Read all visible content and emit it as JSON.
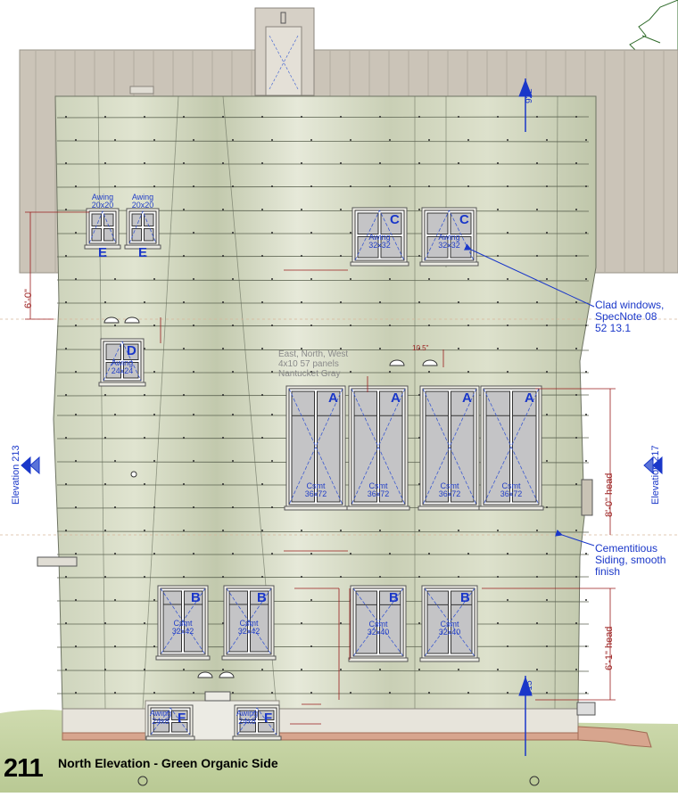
{
  "drawing": {
    "number": "211",
    "title": "North Elevation - Green Organic Side"
  },
  "panels_note": [
    "East, North, West",
    "4x10 57 panels",
    "Nantucket Gray"
  ],
  "callouts": {
    "clad_windows": [
      "Clad  windows,",
      "SpecNote 08",
      "52  13.1"
    ],
    "siding": [
      "Cementitious",
      "Siding, smooth",
      "finish"
    ]
  },
  "elevation_markers": {
    "left": "Elevation 213",
    "right": "Elevation 217",
    "top": "922",
    "bottom": "915"
  },
  "dimensions": {
    "upper": "6'-0\"",
    "head_upper": "8'-0\" head",
    "head_lower": "6'-1\" head",
    "small_a": "10.5\""
  },
  "windows": [
    {
      "tag": "E",
      "type": "Awing",
      "size": "20x20"
    },
    {
      "tag": "E",
      "type": "Awing",
      "size": "20x20"
    },
    {
      "tag": "C",
      "type": "Awing",
      "size": "32x32"
    },
    {
      "tag": "C",
      "type": "Awing",
      "size": "32x32"
    },
    {
      "tag": "D",
      "type": "Awing",
      "size": "24x24"
    },
    {
      "tag": "A",
      "type": "Csmt",
      "size": "36x72"
    },
    {
      "tag": "A",
      "type": "Csmt",
      "size": "36x72"
    },
    {
      "tag": "A",
      "type": "Csmt",
      "size": "36x72"
    },
    {
      "tag": "A",
      "type": "Csmt",
      "size": "36x72"
    },
    {
      "tag": "B",
      "type": "Csmt",
      "size": "32x42"
    },
    {
      "tag": "B",
      "type": "Csmt",
      "size": "32x42"
    },
    {
      "tag": "B",
      "type": "Csmt",
      "size": "32x40"
    },
    {
      "tag": "B",
      "type": "Csmt",
      "size": "32x40"
    },
    {
      "tag": "F",
      "type": "Awing",
      "size": "24x8"
    },
    {
      "tag": "F",
      "type": "Awing",
      "size": "24x8"
    }
  ],
  "colors": {
    "siding": "#d6dcc4",
    "siding_dark": "#b9c0a6",
    "roof": "#c9c2b6",
    "trim": "#ece9df",
    "window_glass": "#c4c4c6",
    "annotation_blue": "#1a37c9",
    "dimension_red": "#9a1c1c",
    "grass": "#c8d5a6"
  }
}
